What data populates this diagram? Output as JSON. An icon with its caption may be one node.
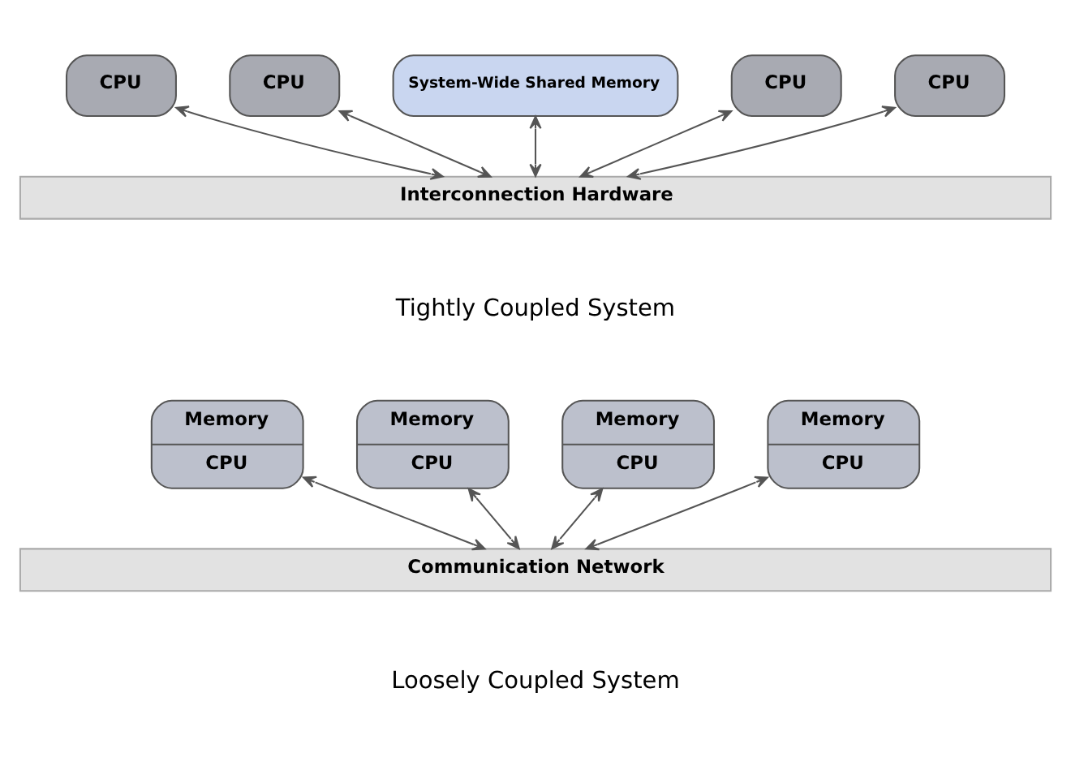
{
  "diagram": {
    "nodes": [
      {
        "text": [
          "CPU"
        ]
      },
      {
        "text": [
          "CPU"
        ]
      },
      {
        "text": [
          "System-Wide Shared Memory"
        ]
      },
      {
        "text": [
          "CPU"
        ]
      },
      {
        "text": [
          "CPU"
        ]
      },
      {
        "text": [
          "Interconnection Hardware"
        ]
      },
      {
        "text": [
          "Memory",
          "CPU"
        ]
      },
      {
        "text": [
          "Memory",
          "CPU"
        ]
      },
      {
        "text": [
          "Memory",
          "CPU"
        ]
      },
      {
        "text": [
          "Memory",
          "CPU"
        ]
      },
      {
        "text": [
          "Communication Network"
        ]
      }
    ],
    "edges": [
      {
        "from": 0,
        "to": 5,
        "arrow": "both"
      },
      {
        "from": 1,
        "to": 5,
        "arrow": "both"
      },
      {
        "from": 2,
        "to": 5,
        "arrow": "both"
      },
      {
        "from": 3,
        "to": 5,
        "arrow": "both"
      },
      {
        "from": 4,
        "to": 5,
        "arrow": "both"
      },
      {
        "from": 6,
        "to": 10,
        "arrow": "both"
      },
      {
        "from": 7,
        "to": 10,
        "arrow": "both"
      },
      {
        "from": 8,
        "to": 10,
        "arrow": "both"
      },
      {
        "from": 9,
        "to": 10,
        "arrow": "both"
      }
    ],
    "labels": [
      "Tightly Coupled System",
      "Loosely Coupled System"
    ]
  }
}
